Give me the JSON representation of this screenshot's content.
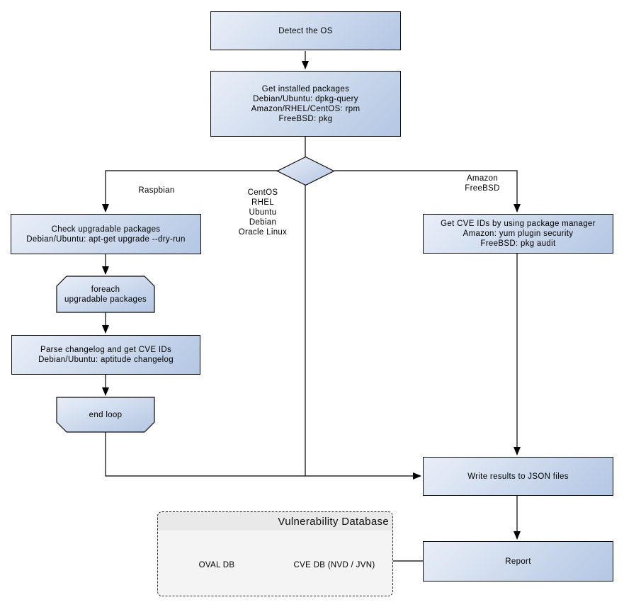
{
  "diagram": {
    "nodes": {
      "detect_os": {
        "label": "Detect the OS"
      },
      "get_packages": {
        "label": "Get installed packages\nDebian/Ubuntu: dpkg-query\nAmazon/RHEL/CentOS: rpm\nFreeBSD: pkg"
      },
      "check_upgradable": {
        "label": "Check upgradable packages\nDebian/Ubuntu: apt-get upgrade --dry-run"
      },
      "foreach_loop": {
        "label": "foreach\nupgradable  packages"
      },
      "parse_changelog": {
        "label": "Parse changelog and get  CVE IDs\nDebian/Ubuntu: aptitude changelog"
      },
      "end_loop": {
        "label": "end loop"
      },
      "get_cve_ids": {
        "label": "Get CVE IDs by using package manager\nAmazon: yum plugin security\nFreeBSD: pkg audit"
      },
      "write_json": {
        "label": "Write results to JSON files"
      },
      "report": {
        "label": "Report"
      }
    },
    "edge_labels": {
      "raspbian": "Raspbian",
      "center_group": "CentOS\nRHEL\nUbuntu\nDebian\nOracle Linux",
      "right_group": "Amazon\nFreeBSD"
    },
    "database": {
      "title": "Vulnerability Database",
      "cylinders": [
        {
          "label": "OVAL DB"
        },
        {
          "label": "CVE DB (NVD / JVN)"
        }
      ]
    },
    "colors": {
      "node_light": "#e9eff8",
      "node_dark": "#b3c6e3",
      "cyl_light": "#e3ebf6",
      "cyl_dark": "#b7c9e5",
      "panel_bg": "#f4f4f4",
      "panel_band": "#e9e9e9",
      "line": "#000000"
    }
  }
}
